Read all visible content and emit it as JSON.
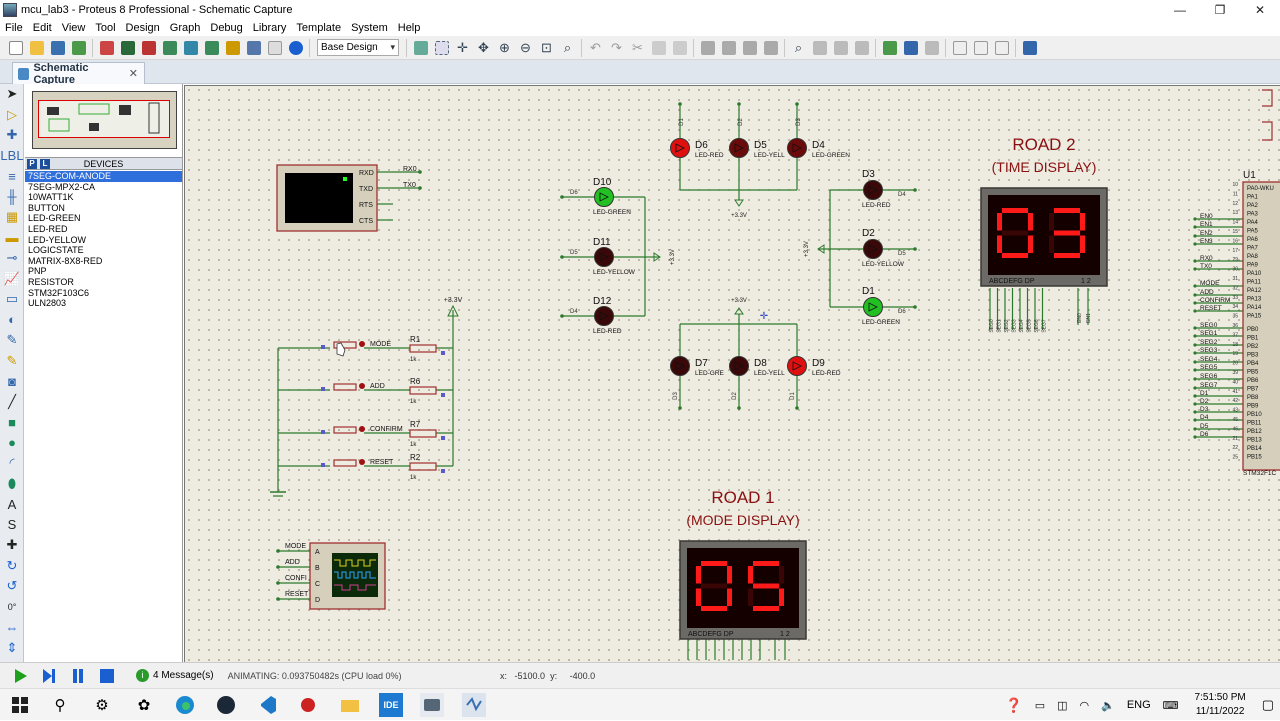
{
  "window": {
    "title": "mcu_lab3 - Proteus 8 Professional - Schematic Capture"
  },
  "menu": [
    "File",
    "Edit",
    "View",
    "Tool",
    "Design",
    "Graph",
    "Debug",
    "Library",
    "Template",
    "System",
    "Help"
  ],
  "toolbar": {
    "design_select": "Base Design"
  },
  "tab": {
    "label": "Schematic Capture",
    "close": "✕"
  },
  "devices": {
    "header": "DEVICES",
    "pick_p": "P",
    "pick_l": "L",
    "items": [
      "7SEG-COM-ANODE",
      "7SEG-MPX2-CA",
      "10WATT1K",
      "BUTTON",
      "LED-GREEN",
      "LED-RED",
      "LED-YELLOW",
      "LOGICSTATE",
      "MATRIX-8X8-RED",
      "PNP",
      "RESISTOR",
      "STM32F103C6",
      "ULN2803"
    ],
    "selected": "7SEG-COM-ANODE"
  },
  "schematic": {
    "road2_title": "ROAD 2",
    "road2_sub": "(TIME DISPLAY)",
    "road2_digits": "03",
    "road1_title": "ROAD 1",
    "road1_sub": "(MODE DISPLAY)",
    "road1_digits": "05",
    "seg_label": "ABCDEFG  DP",
    "seg_pins": "1 2",
    "vcc": "+3.3V",
    "terminal_pins": [
      "RXD",
      "TXD",
      "RTS",
      "CTS"
    ],
    "terminal_nets": [
      "RX0",
      "TX0"
    ],
    "buttons": [
      {
        "net": "MODE",
        "res": "R1",
        "val": "1k"
      },
      {
        "net": "ADD",
        "res": "R6",
        "val": "1k"
      },
      {
        "net": "CONFIRM",
        "res": "R7",
        "val": "1k"
      },
      {
        "net": "RESET",
        "res": "R2",
        "val": "1k"
      }
    ],
    "scope_pins": [
      "A",
      "B",
      "C",
      "D"
    ],
    "scope_nets": [
      "MODE",
      "ADD",
      "CONFI",
      "RESET"
    ],
    "leds_top": [
      {
        "ref": "D6",
        "type": "LED-RED",
        "net": "D1"
      },
      {
        "ref": "D5",
        "type": "LED-YELL",
        "net": "D2"
      },
      {
        "ref": "D4",
        "type": "LED-GREEN",
        "net": "D3"
      }
    ],
    "leds_left": [
      {
        "ref": "D10",
        "type": "LED-GREEN",
        "net": "D6"
      },
      {
        "ref": "D11",
        "type": "LED-YELLOW",
        "net": "D5"
      },
      {
        "ref": "D12",
        "type": "LED-RED",
        "net": "D4"
      }
    ],
    "leds_right": [
      {
        "ref": "D3",
        "type": "LED-RED",
        "net": "D4"
      },
      {
        "ref": "D2",
        "type": "LED-YELLOW",
        "net": "D5"
      },
      {
        "ref": "D1",
        "type": "LED-GREEN",
        "net": "D6"
      }
    ],
    "leds_bottom": [
      {
        "ref": "D7",
        "type": "LED-GRE",
        "net": "D3"
      },
      {
        "ref": "D8",
        "type": "LED-YELL",
        "net": "D2"
      },
      {
        "ref": "D9",
        "type": "LED-RED",
        "net": "D1"
      }
    ],
    "mcu_ref": "U1",
    "mcu_part": "STM32F1C",
    "mcu_left_nets": [
      "EN0",
      "EN1",
      "EN2",
      "EN3",
      "",
      "RX0",
      "TX0",
      "",
      "MODE",
      "ADD",
      "CONFIRM",
      "RESET",
      "",
      "SEG0",
      "SEG1",
      "SEG2",
      "SEG3",
      "SEG4",
      "SEG5",
      "SEG6",
      "SEG7",
      "D1",
      "D2",
      "D3",
      "D4",
      "D5",
      "D6"
    ],
    "mcu_pin_nums": [
      "10",
      "11",
      "12",
      "13",
      "14",
      "15",
      "16",
      "17",
      "29",
      "30",
      "31",
      "32",
      "33",
      "34",
      "35",
      "36",
      "37",
      "18",
      "19",
      "20",
      "39",
      "40",
      "41",
      "42",
      "43",
      "45",
      "46",
      "21",
      "22",
      "25",
      "26",
      "27",
      "28"
    ],
    "mcu_port_a": [
      "PA0-WKU",
      "PA1",
      "PA2",
      "PA3",
      "PA4",
      "PA5",
      "PA6",
      "PA7",
      "PA8",
      "PA9",
      "PA10",
      "PA11",
      "PA12",
      "PA13",
      "PA14",
      "PA15"
    ],
    "mcu_port_b": [
      "PB0",
      "PB1",
      "PB2",
      "PB3",
      "PB4",
      "PB5",
      "PB6",
      "PB7",
      "PB8",
      "PB9",
      "PB10",
      "PB11",
      "PB12",
      "PB13",
      "PB14",
      "PB15"
    ],
    "seg_nets": [
      "SEG0",
      "SEG1",
      "SEG2",
      "SEG3",
      "SEG4",
      "SEG5",
      "SEG6",
      "SEG7"
    ],
    "en_nets": [
      "EN0",
      "EN1"
    ]
  },
  "status": {
    "messages": "4 Message(s)",
    "anim": "ANIMATING: 0.093750482s (CPU load 0%)",
    "x_label": "x:",
    "x_val": "-5100.0",
    "y_label": "y:",
    "y_val": "-400.0"
  },
  "taskbar": {
    "time": "7:51:50 PM",
    "date": "11/11/2022",
    "lang": "ENG",
    "ide_label": "IDE"
  },
  "colors": {
    "wire": "#2c7a2c",
    "led_red": "#e01010",
    "led_green": "#22c022",
    "seg_on": "#ff1a1a",
    "seg_bg": "#150000"
  }
}
